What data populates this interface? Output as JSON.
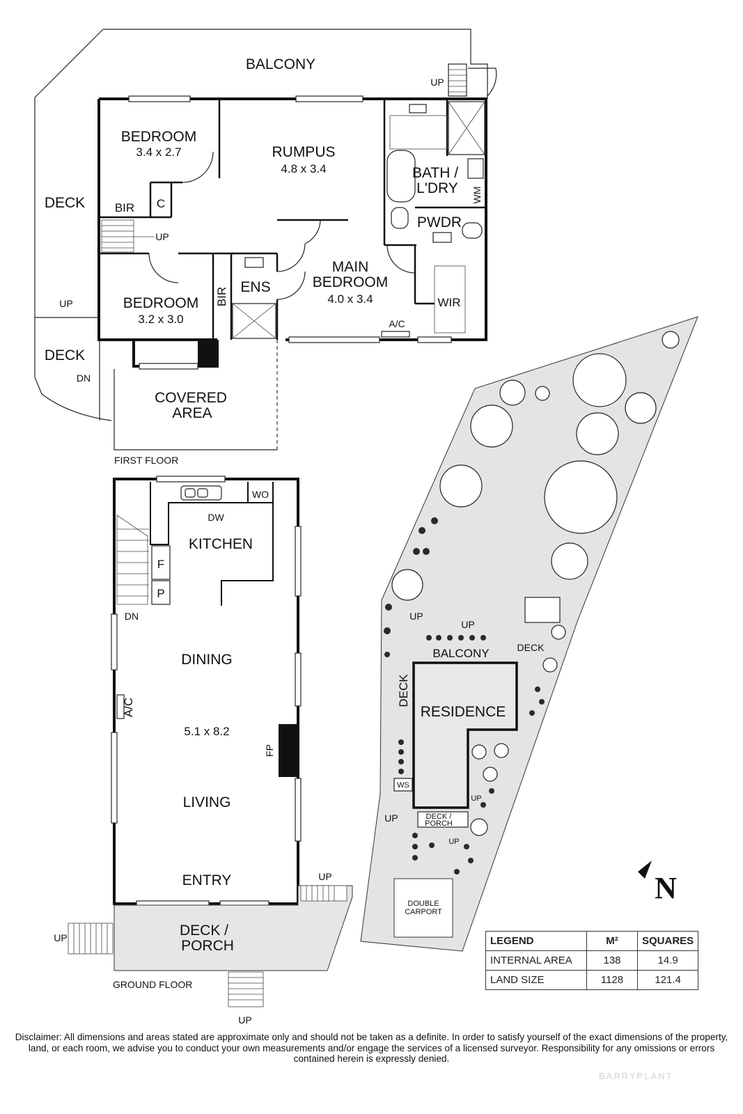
{
  "first_floor": {
    "caption": "FIRST FLOOR",
    "balcony": "BALCONY",
    "deck_upper": "DECK",
    "deck_lower": "DECK",
    "up_balcony": "UP",
    "up_deck": "UP",
    "dn_deck": "DN",
    "up_stairs": "UP",
    "bedroom1_name": "BEDROOM",
    "bedroom1_size": "3.4 x 2.7",
    "rumpus_name": "RUMPUS",
    "rumpus_size": "4.8 x 3.4",
    "bath_line1": "BATH /",
    "bath_line2": "L'DRY",
    "wm": "WM",
    "pwdr": "PWDR",
    "bir1": "BIR",
    "c": "C",
    "bedroom2_name": "BEDROOM",
    "bedroom2_size": "3.2 x 3.0",
    "bir2": "BIR",
    "ens": "ENS",
    "main_line1": "MAIN",
    "main_line2": "BEDROOM",
    "main_size": "4.0 x 3.4",
    "wir": "WIR",
    "ac": "A/C",
    "covered_line1": "COVERED",
    "covered_line2": "AREA"
  },
  "ground_floor": {
    "caption": "GROUND FLOOR",
    "kitchen": "KITCHEN",
    "dw": "DW",
    "wo": "WO",
    "f": "F",
    "p": "P",
    "dn": "DN",
    "dining": "DINING",
    "ac": "A/C",
    "size": "5.1 x 8.2",
    "fp": "FP",
    "living": "LIVING",
    "entry": "ENTRY",
    "deck_line1": "DECK /",
    "deck_line2": "PORCH",
    "up_left": "UP",
    "up_right": "UP",
    "up_bottom": "UP"
  },
  "site_plan": {
    "balcony": "BALCONY",
    "deck_right": "DECK",
    "deck_left": "DECK",
    "residence": "RESIDENCE",
    "ws": "WS",
    "up1": "UP",
    "up2": "UP",
    "up3": "UP",
    "up4": "UP",
    "up5": "UP",
    "porch_line1": "DECK /",
    "porch_line2": "PORCH",
    "carport_line1": "DOUBLE",
    "carport_line2": "CARPORT",
    "north": "N"
  },
  "legend": {
    "headers": [
      "LEGEND",
      "M²",
      "SQUARES"
    ],
    "rows": [
      {
        "label": "INTERNAL AREA",
        "m2": "138",
        "squares": "14.9"
      },
      {
        "label": "LAND SIZE",
        "m2": "1128",
        "squares": "121.4"
      }
    ]
  },
  "disclaimer": "Disclaimer: All dimensions and areas stated are approximate only and should not be taken as a definite. In order to satisfy yourself of the exact dimensions of the property, land, or each room, we advise you to conduct your own measurements and/or engage the services of a licensed surveyor. Responsibility for any omissions or errors contained herein is expressly denied.",
  "watermark": "BARRYPLANT",
  "colors": {
    "wall": "#111111",
    "deck_fill": "#e6e6e6",
    "site_fill": "#e4e4e4"
  }
}
